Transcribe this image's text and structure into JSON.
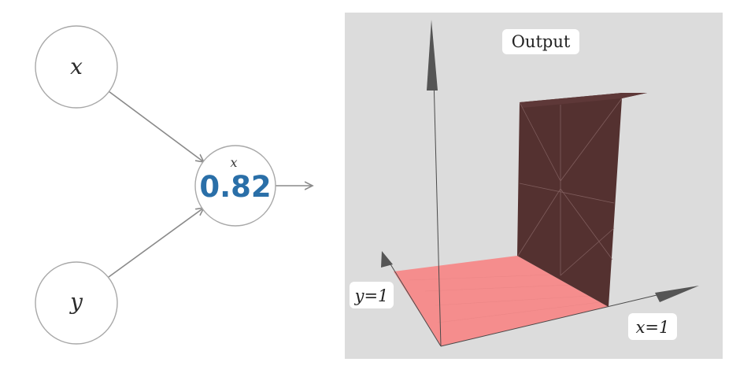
{
  "network": {
    "input_x": "x",
    "input_y": "y",
    "neuron_superscript": "x",
    "neuron_value": "0.82"
  },
  "plot": {
    "title": "Output",
    "x_axis_label": "x=1",
    "y_axis_label": "y=1"
  },
  "colors": {
    "plot_background": "#dcdcdc",
    "floor_surface": "#f58d8d",
    "wall_surface": "#543130",
    "neuron_value": "#2a6fa8",
    "node_stroke": "#9a9a9a",
    "axis": "#4a4a4a"
  }
}
